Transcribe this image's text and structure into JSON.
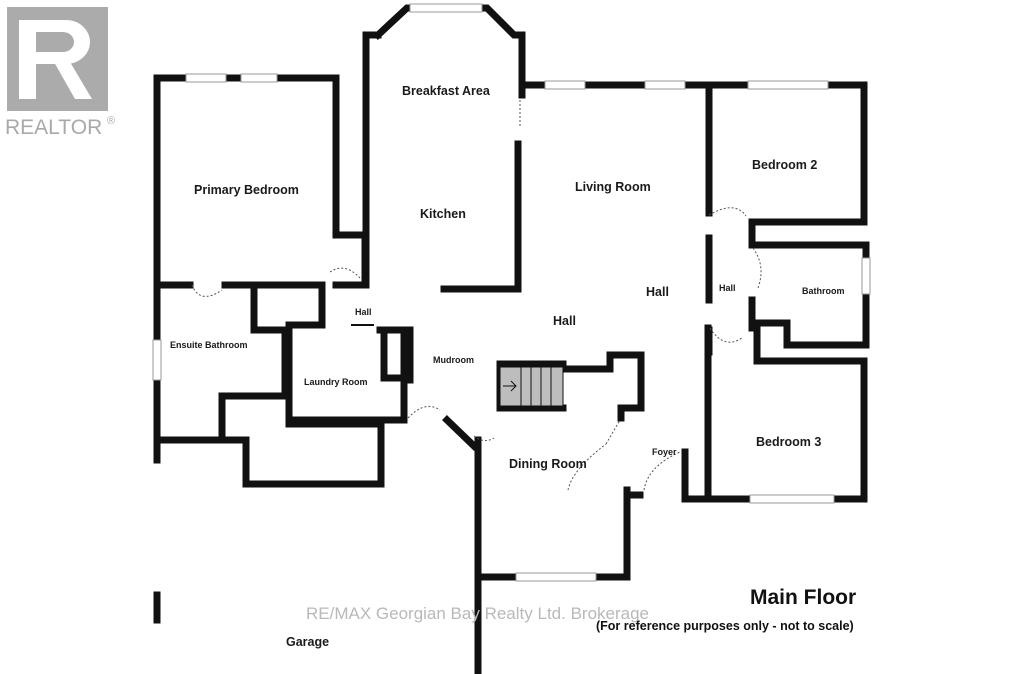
{
  "logo": {
    "text": "REALTOR",
    "mark": "®",
    "icon": "realtor-r-logo",
    "color": "#b0b0b0"
  },
  "rooms": {
    "primary_bedroom": "Primary Bedroom",
    "breakfast_area": "Breakfast Area",
    "kitchen": "Kitchen",
    "living_room": "Living Room",
    "bedroom_2": "Bedroom 2",
    "ensuite_bathroom": "Ensuite Bathroom",
    "hall_small": "Hall",
    "hall_center": "Hall",
    "hall_main": "Hall",
    "hall_east": "Hall",
    "bathroom": "Bathroom",
    "laundry_room": "Laundry Room",
    "mudroom": "Mudroom",
    "dining_room": "Dining Room",
    "foyer": "Foyer",
    "bedroom_3": "Bedroom 3",
    "garage": "Garage"
  },
  "watermark": "RE/MAX Georgian Bay Realty Ltd. Brokerage",
  "floor_title": "Main Floor",
  "disclaimer": "(For reference purposes only - not to scale)",
  "colors": {
    "wall": "#111111",
    "window": "#ffffff",
    "stair_fill": "#bdbdbd",
    "door_swing": "#555555"
  }
}
